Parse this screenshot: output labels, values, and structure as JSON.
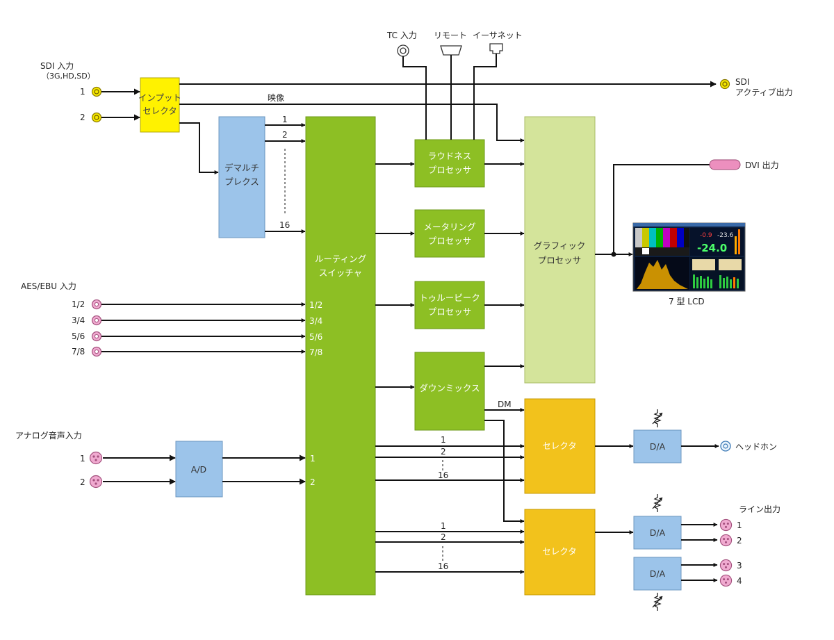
{
  "colors": {
    "sdi_connector": "#f5e600",
    "aes_connector": "#e890c0",
    "blue_block": "#9cc4ea",
    "green_block": "#8dbf24",
    "light_green_block": "#d4e49b",
    "orange_block": "#f2c21c",
    "yellow_block": "#fff200",
    "dvi_connector": "#ec8fbe"
  },
  "inputs": {
    "sdi_title": "SDI 入力",
    "sdi_subtitle": "（3G,HD,SD）",
    "sdi_ports": [
      "1",
      "2"
    ],
    "aes_title": "AES/EBU 入力",
    "aes_ports": [
      "1/2",
      "3/4",
      "5/6",
      "7/8"
    ],
    "analog_title": "アナログ音声入力",
    "analog_ports": [
      "1",
      "2"
    ]
  },
  "top_connectors": {
    "tc": "TC 入力",
    "remote": "リモート",
    "ethernet": "イーサネット"
  },
  "blocks": {
    "input_selector": [
      "インプット",
      "セレクタ"
    ],
    "demux": [
      "デマルチ",
      "プレクス"
    ],
    "ad": "A/D",
    "routing": [
      "ルーティング",
      "スイッチャ"
    ],
    "loudness": [
      "ラウドネス",
      "プロセッサ"
    ],
    "metering": [
      "メータリング",
      "プロセッサ"
    ],
    "truepeak": [
      "トゥルーピーク",
      "プロセッサ"
    ],
    "downmix": "ダウンミックス",
    "graphic": [
      "グラフィック",
      "プロセッサ"
    ],
    "selector": "セレクタ",
    "da": "D/A"
  },
  "signal_labels": {
    "video": "映像",
    "dm": "DM",
    "ch1": "1",
    "ch2": "2",
    "ch16": "16",
    "aes_ch": [
      "1/2",
      "3/4",
      "5/6",
      "7/8"
    ],
    "analog_ch": [
      "1",
      "2"
    ]
  },
  "outputs": {
    "sdi_title": "SDI",
    "sdi_subtitle": "アクティブ出力",
    "dvi": "DVI 出力",
    "lcd": "7 型 LCD",
    "headphone": "ヘッドホン",
    "line_title": "ライン出力",
    "line_ports": [
      "1",
      "2",
      "3",
      "4"
    ]
  },
  "lcd_screen": {
    "value_big": "-24.0",
    "value_a": "-0.9",
    "value_b": "-23.6"
  }
}
